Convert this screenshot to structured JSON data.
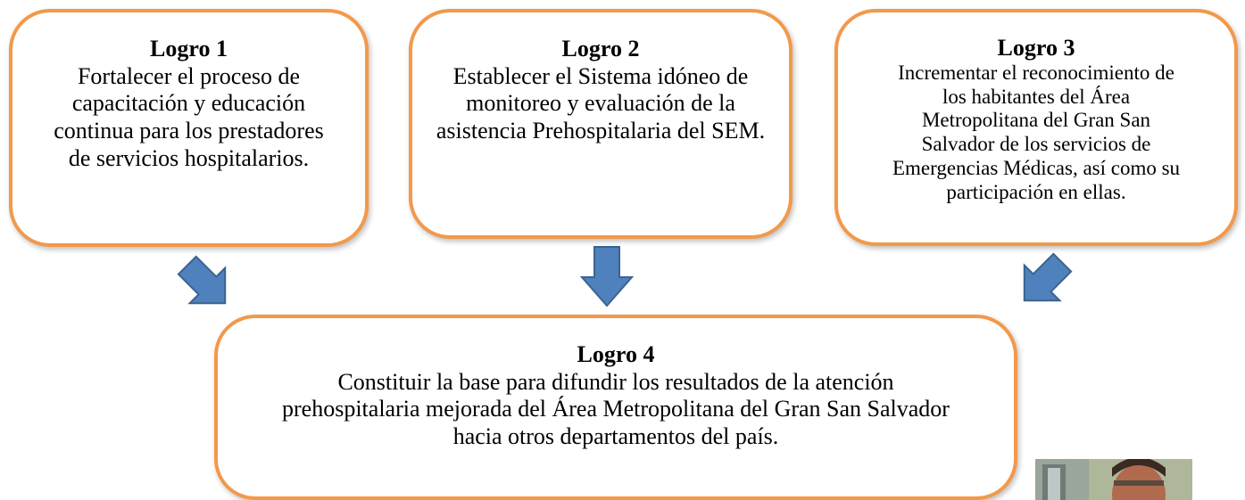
{
  "boxes": [
    {
      "title": "Logro 1",
      "body": "Fortalecer el proceso de capacitación y educación continua para los prestadores de servicios hospitalarios."
    },
    {
      "title": "Logro 2",
      "body": "Establecer el Sistema idóneo de monitoreo y evaluación de la asistencia Prehospitalaria del SEM."
    },
    {
      "title": "Logro 3",
      "body": "Incrementar el reconocimiento de los habitantes del Área Metropolitana del Gran San Salvador de los servicios de Emergencias Médicas, así como su participación en ellas."
    },
    {
      "title": "Logro 4",
      "body": "Constituir la base para difundir los resultados de la atención prehospitalaria mejorada del Área Metropolitana del Gran San Salvador hacia otros departamentos del país."
    }
  ],
  "colors": {
    "box_border": "#f2994a",
    "arrow_fill": "#4f81bd",
    "arrow_stroke": "#3a6390"
  }
}
